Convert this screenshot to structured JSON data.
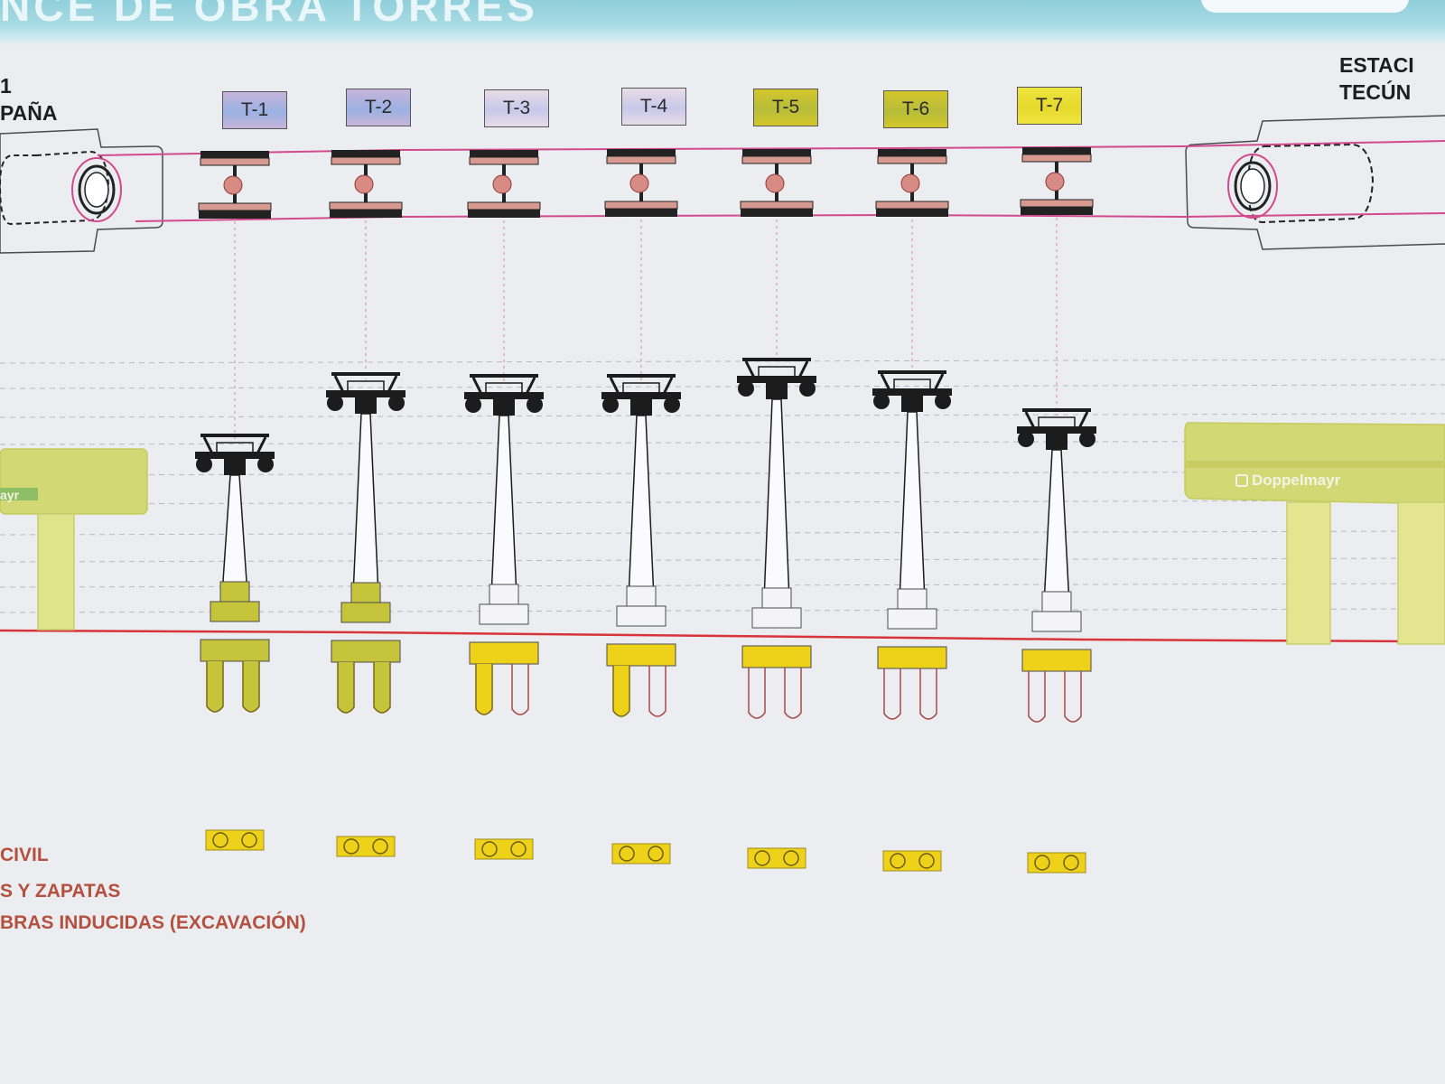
{
  "header": {
    "title": "NCE DE OBRA TORRES"
  },
  "stations": {
    "left_label": "1\nPAÑA",
    "right_label": "ESTACI\nTECÚN",
    "brand": "Doppelmayr",
    "brand_left_fragment": "ayr"
  },
  "towers": [
    {
      "tag": "T-1",
      "tag_color": "#c8b4da",
      "tag_accent": "#9ab2e2",
      "civil_works_complete": true
    },
    {
      "tag": "T-2",
      "tag_color": "#c8b4da",
      "tag_accent": "#9ab2e2",
      "civil_works_complete": true
    },
    {
      "tag": "T-3",
      "tag_color": "#e8dce6",
      "tag_accent": "#c8c8ea",
      "civil_works_complete": false
    },
    {
      "tag": "T-4",
      "tag_color": "#e8dce6",
      "tag_accent": "#c8c8ea",
      "civil_works_complete": false
    },
    {
      "tag": "T-5",
      "tag_color": "#d4c62a",
      "tag_accent": "#b6bd3a",
      "civil_works_complete": false
    },
    {
      "tag": "T-6",
      "tag_color": "#d4c62a",
      "tag_accent": "#b6bd3a",
      "civil_works_complete": false
    },
    {
      "tag": "T-7",
      "tag_color": "#efe53e",
      "tag_accent": "#e6d92c",
      "civil_works_complete": false
    }
  ],
  "legend": [
    "CIVIL",
    "S Y ZAPATAS",
    "BRAS INDUCIDAS (EXCAVACIÓN)"
  ],
  "colors": {
    "cable_line": "#d24a8e",
    "ground_line": "#d8343a",
    "foundation_yellow": "#eed21a",
    "foundation_olive": "#c6c43a",
    "station_olive": "#d2d873"
  }
}
